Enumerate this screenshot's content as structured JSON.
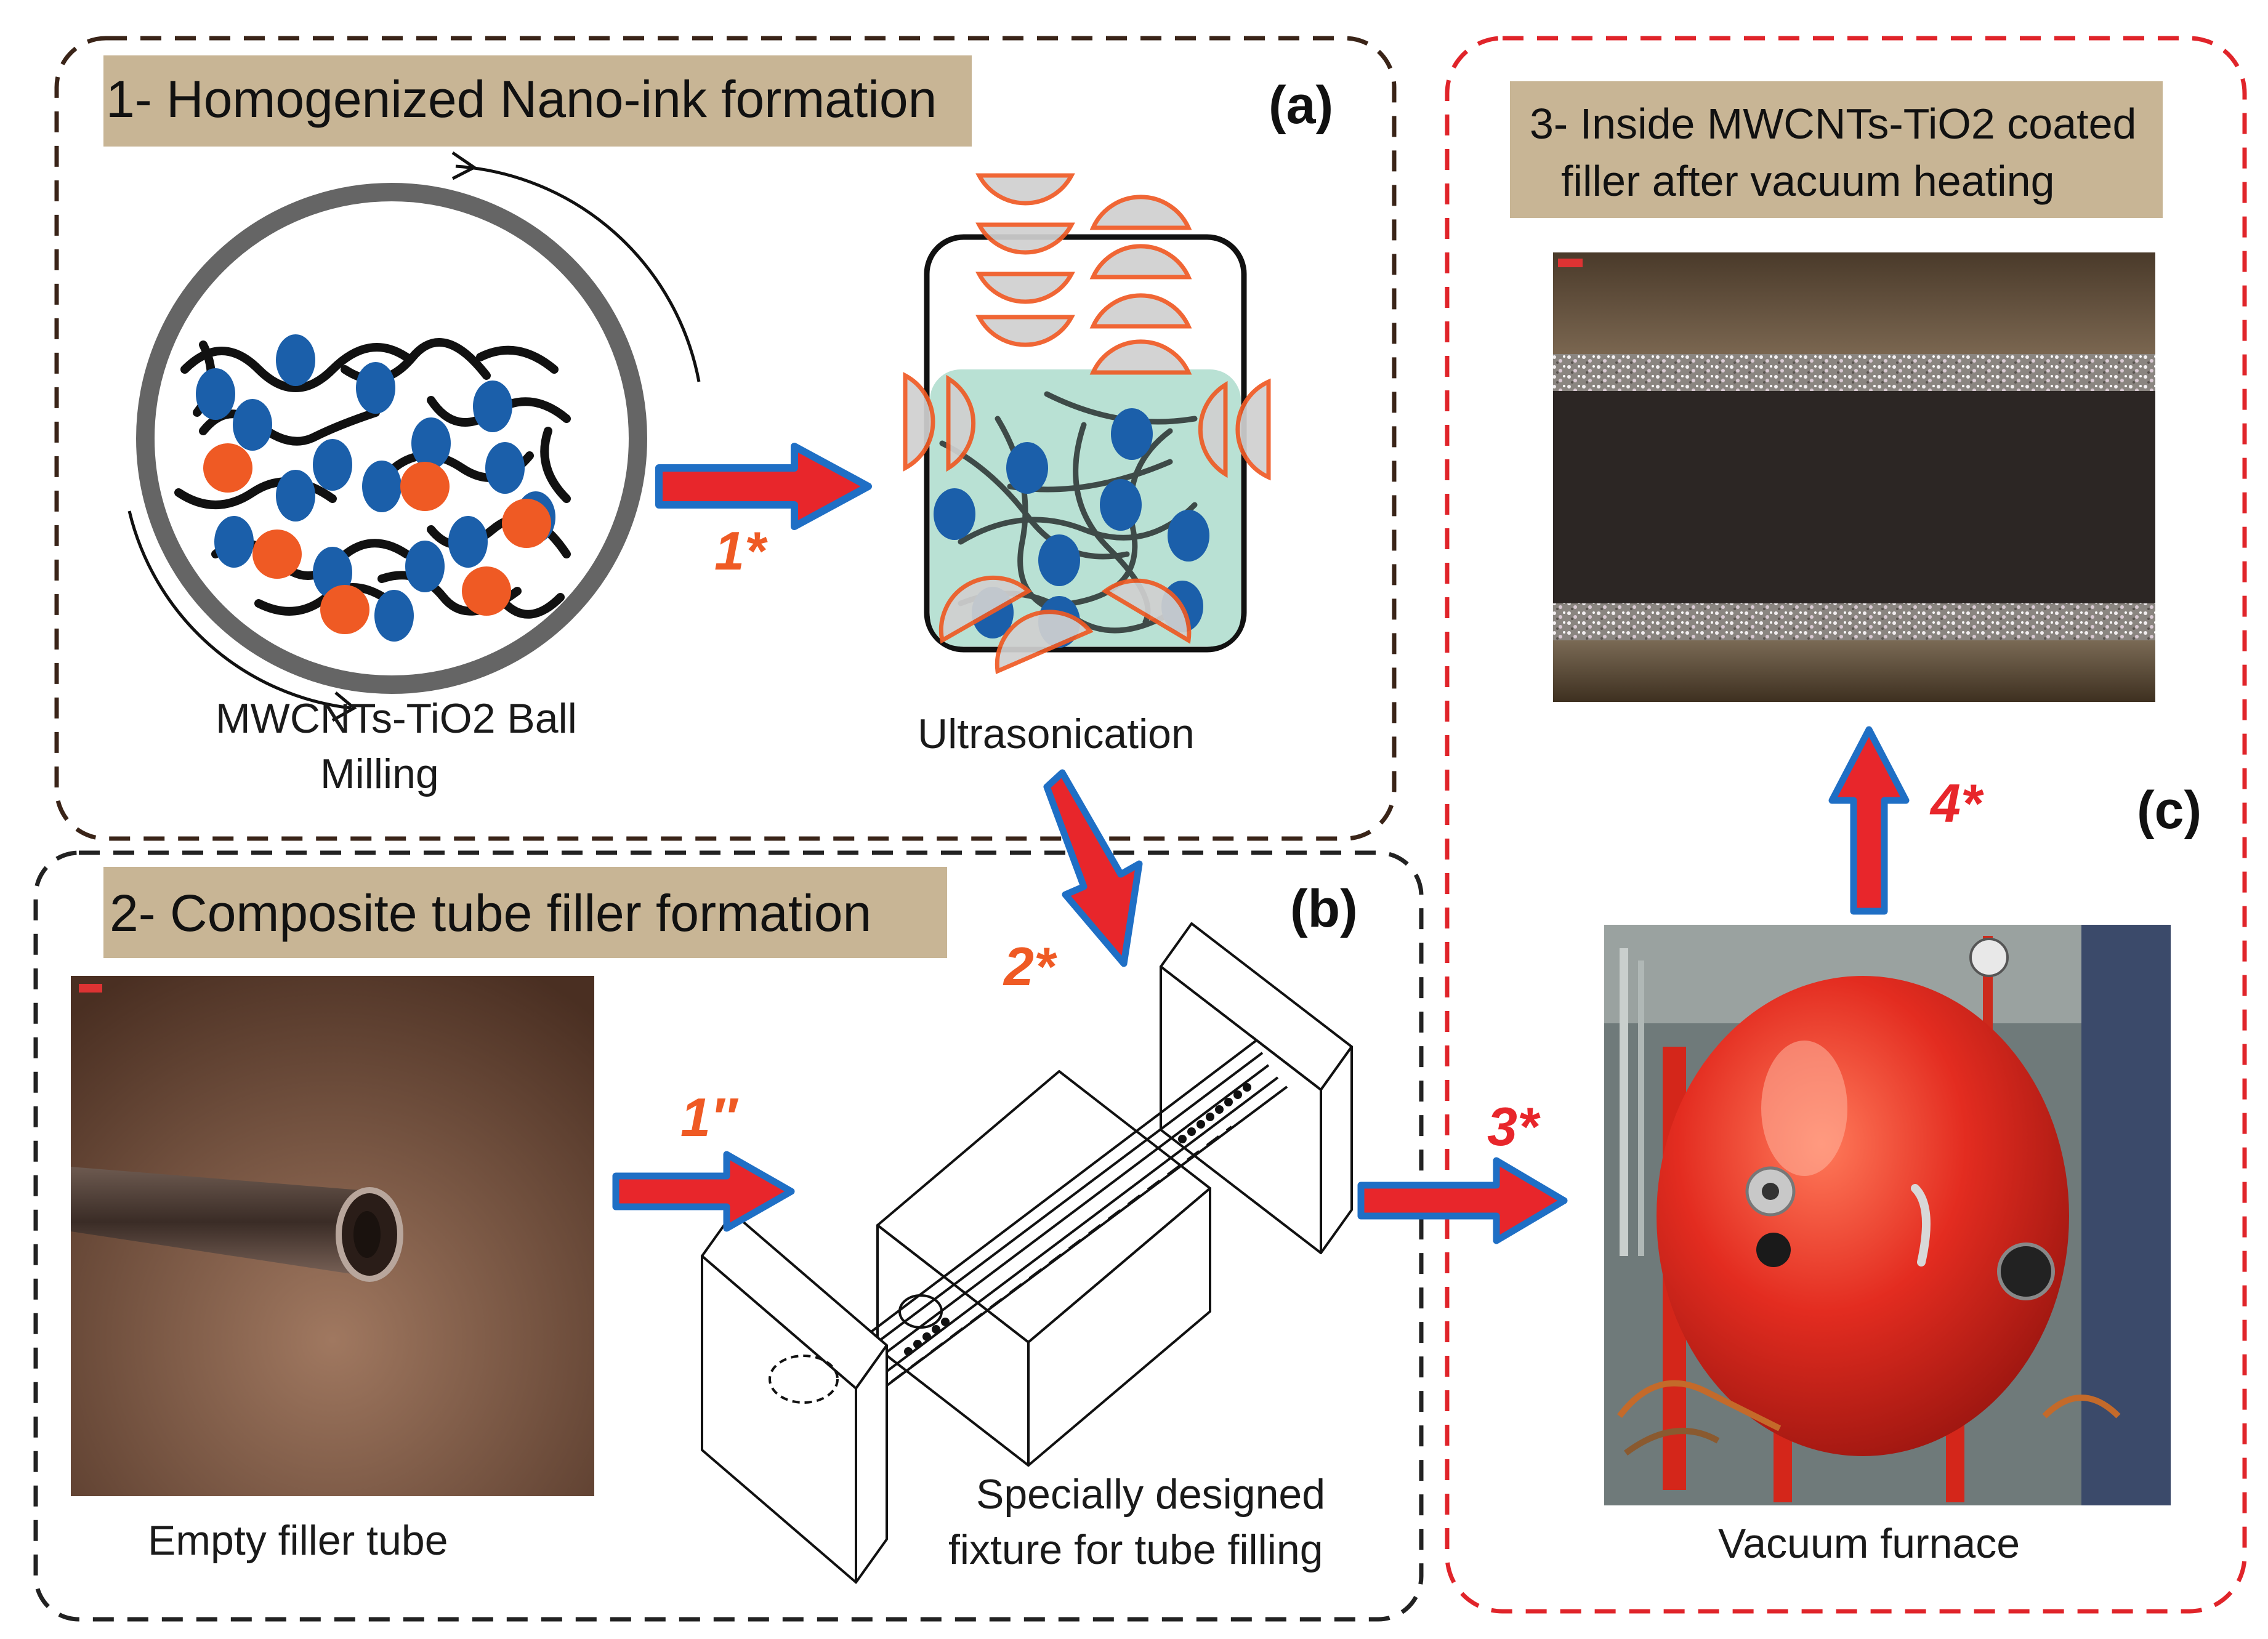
{
  "panels": {
    "a": {
      "label": "(a)",
      "title": "1- Homogenized Nano-ink formation",
      "ball_mill_caption_line1": "MWCNTs-TiO2 Ball",
      "ball_mill_caption_line2": "Milling",
      "ultrasonication_caption": "Ultrasonication"
    },
    "b": {
      "label": "(b)",
      "title": "2- Composite tube filler formation",
      "tube_caption": "Empty filler tube",
      "fixture_caption_line1": "Specially designed",
      "fixture_caption_line2": "fixture for tube filling"
    },
    "c": {
      "label": "(c)",
      "title_line1": "3- Inside MWCNTs-TiO2 coated",
      "title_line2": "filler after vacuum heating",
      "furnace_caption": "Vacuum furnace"
    }
  },
  "steps": {
    "s1": "1*",
    "s1b": "1″",
    "s2": "2*",
    "s3": "3*",
    "s4": "4*"
  },
  "colors": {
    "arrow_fill": "#e8262b",
    "arrow_outline": "#1f6fc5",
    "particle_blue": "#1b5faa",
    "particle_orange": "#ef5a24",
    "title_box": "#c8b595",
    "border_a": "#3a2418",
    "border_b": "#222222",
    "border_c": "#e0242a",
    "furnace_red": "#e32c20"
  },
  "icons": {
    "ball_mill": "ball-mill-icon",
    "ultrasonic_vial": "ultrasonic-vial-icon",
    "fixture": "tube-fixture-icon"
  }
}
